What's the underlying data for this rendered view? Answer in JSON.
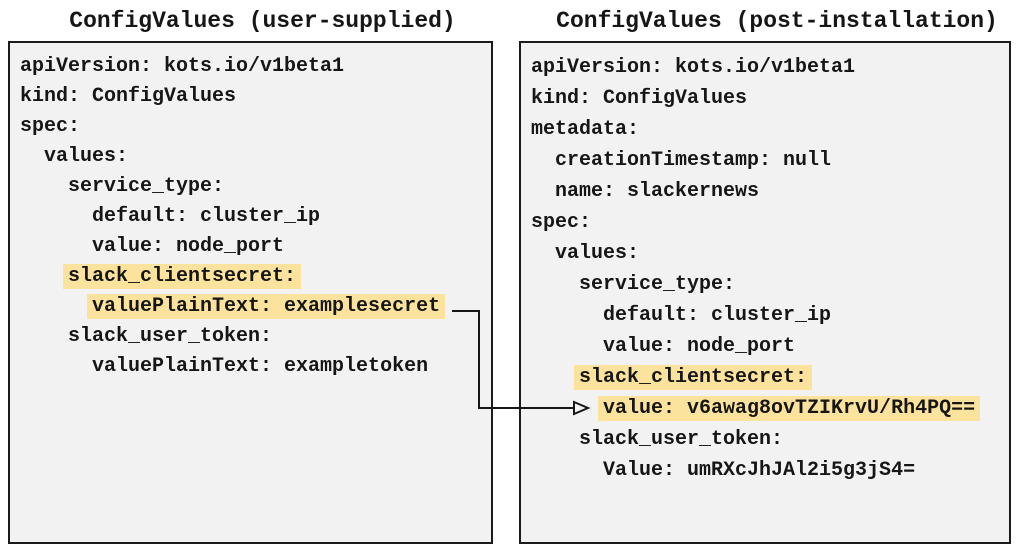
{
  "colors": {
    "panel_background": "#f2f2f2",
    "panel_border": "#1b1b1b",
    "text": "#161616",
    "highlight": "#fce39d"
  },
  "panels": [
    {
      "title": "ConfigValues (user-supplied)",
      "lines": [
        {
          "indent": 0,
          "text": "apiVersion: kots.io/v1beta1",
          "highlight": false
        },
        {
          "indent": 0,
          "text": "kind: ConfigValues",
          "highlight": false
        },
        {
          "indent": 0,
          "text": "spec:",
          "highlight": false
        },
        {
          "indent": 2,
          "text": "values:",
          "highlight": false
        },
        {
          "indent": 4,
          "text": "service_type:",
          "highlight": false
        },
        {
          "indent": 6,
          "text": "default: cluster_ip",
          "highlight": false
        },
        {
          "indent": 6,
          "text": "value: node_port",
          "highlight": false
        },
        {
          "indent": 4,
          "text": "slack_clientsecret:",
          "highlight": true
        },
        {
          "indent": 6,
          "text": "valuePlainText: examplesecret",
          "highlight": true
        },
        {
          "indent": 4,
          "text": "slack_user_token:",
          "highlight": false
        },
        {
          "indent": 6,
          "text": "valuePlainText: exampletoken",
          "highlight": false
        }
      ]
    },
    {
      "title": "ConfigValues (post-installation)",
      "lines": [
        {
          "indent": 0,
          "text": "apiVersion: kots.io/v1beta1",
          "highlight": false
        },
        {
          "indent": 0,
          "text": "kind: ConfigValues",
          "highlight": false
        },
        {
          "indent": 0,
          "text": "metadata:",
          "highlight": false
        },
        {
          "indent": 2,
          "text": "creationTimestamp: null",
          "highlight": false
        },
        {
          "indent": 2,
          "text": "name: slackernews",
          "highlight": false
        },
        {
          "indent": 0,
          "text": "spec:",
          "highlight": false
        },
        {
          "indent": 2,
          "text": "values:",
          "highlight": false
        },
        {
          "indent": 4,
          "text": "service_type:",
          "highlight": false
        },
        {
          "indent": 6,
          "text": "default: cluster_ip",
          "highlight": false
        },
        {
          "indent": 6,
          "text": "value: node_port",
          "highlight": false
        },
        {
          "indent": 4,
          "text": "slack_clientsecret:",
          "highlight": true
        },
        {
          "indent": 6,
          "text": "value: v6awag8ovTZIKrvU/Rh4PQ==",
          "highlight": true
        },
        {
          "indent": 4,
          "text": "slack_user_token:",
          "highlight": false
        },
        {
          "indent": 6,
          "text": "Value: umRXcJhJAl2i5g3jS4=",
          "highlight": false
        }
      ]
    }
  ],
  "arrow": {
    "from": "valuePlainText: examplesecret",
    "to": "value: v6awag8ovTZIKrvU/Rh4PQ=="
  }
}
